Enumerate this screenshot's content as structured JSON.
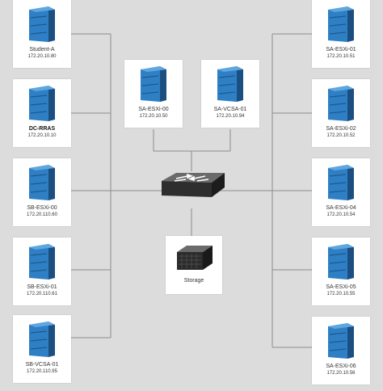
{
  "nodes": {
    "student_a": {
      "name": "Student-A",
      "ip": "172.20.10.80"
    },
    "dc_rras": {
      "name": "DC-RRAS",
      "ip": "172.20.10.10"
    },
    "sb_esxi_00": {
      "name": "SB-ESXi-00",
      "ip": "172.20.110.60"
    },
    "sb_esxi_01": {
      "name": "SB-ESXi-01",
      "ip": "172.20.110.61"
    },
    "sb_vcsa_01": {
      "name": "SB-VCSA-01",
      "ip": "172.20.110.95"
    },
    "sa_esxi_00": {
      "name": "SA-ESXi-00",
      "ip": "172.20.10.50"
    },
    "sa_vcsa_01": {
      "name": "SA-VCSA-01",
      "ip": "172.20.10.94"
    },
    "sa_esxi_01": {
      "name": "SA-ESXi-01",
      "ip": "172.20.10.51"
    },
    "sa_esxi_02": {
      "name": "SA-ESXi-02",
      "ip": "172.20.10.52"
    },
    "sa_esxi_04": {
      "name": "SA-ESXi-04",
      "ip": "172.20.10.54"
    },
    "sa_esxi_05": {
      "name": "SA-ESXi-05",
      "ip": "172.20.10.55"
    },
    "sa_esxi_06": {
      "name": "SA-ESXi-06",
      "ip": "172.20.10.56"
    },
    "storage": {
      "name": "Storage"
    }
  },
  "colors": {
    "background": "#dcdcdc",
    "wire": "#8c8c8c",
    "server_front": "#2f7fc4",
    "server_side": "#1b4f82",
    "switch_body": "#3a3a3a"
  },
  "icons": {
    "server": "server-icon",
    "switch": "network-switch-icon",
    "storage": "storage-array-icon"
  }
}
